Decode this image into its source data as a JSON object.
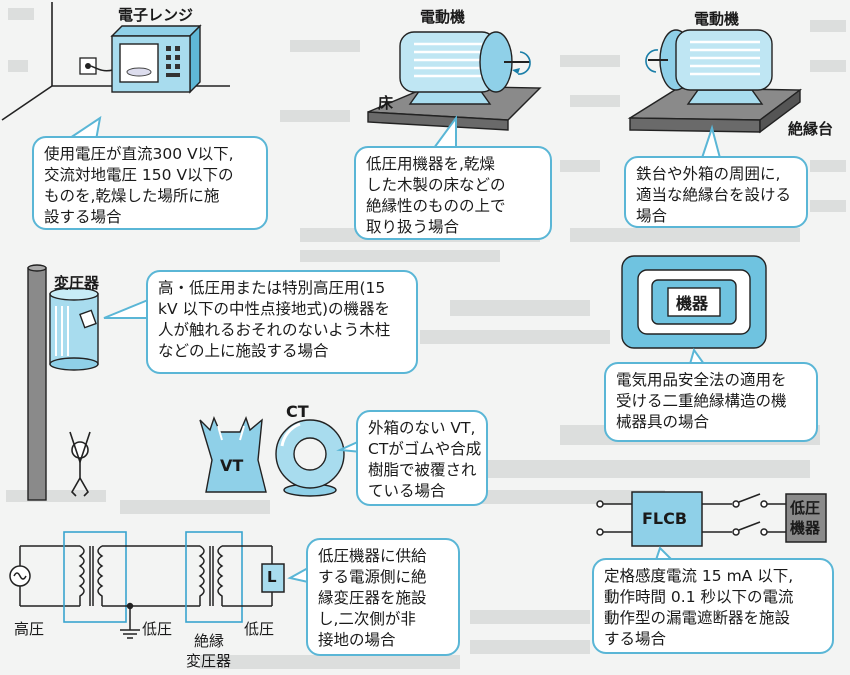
{
  "labels": {
    "microwave": "電子レンジ",
    "motor1": "電動機",
    "floor": "床",
    "motor2": "電動機",
    "insulating_stand": "絶縁台",
    "transformer": "変圧器",
    "device": "機器",
    "ct": "CT",
    "vt": "VT",
    "flcb": "FLCB",
    "lv_device_line1": "低圧",
    "lv_device_line2": "機器",
    "high_voltage": "高圧",
    "low_voltage_mid": "低圧",
    "insulating_tf_line1": "絶縁",
    "insulating_tf_line2": "変圧器",
    "low_voltage_right": "低圧",
    "load": "L"
  },
  "callouts": [
    {
      "id": "dry-location",
      "lines": [
        "使用電圧が直流300 V以下,",
        "交流対地電圧 150 V以下の",
        "ものを,乾燥した場所に施",
        "設する場合"
      ]
    },
    {
      "id": "dry-floor",
      "lines": [
        "低圧用機器を,乾燥",
        "した木製の床などの",
        "絶縁性のものの上で",
        "取り扱う場合"
      ]
    },
    {
      "id": "insulating-stand",
      "lines": [
        "鉄台や外箱の周囲に,",
        "適当な絶縁台を設ける",
        "場合"
      ]
    },
    {
      "id": "wooden-pole",
      "lines": [
        "高・低圧用または特別高圧用(15",
        "kV 以下の中性点接地式)の機器を",
        "人が触れるおそれのないよう木柱",
        "などの上に施設する場合"
      ]
    },
    {
      "id": "double-insulation",
      "lines": [
        "電気用品安全法の適用を",
        "受ける二重絶縁構造の機",
        "械器具の場合"
      ]
    },
    {
      "id": "rubber-covered",
      "lines": [
        "外箱のない VT,",
        "CTがゴムや合成",
        "樹脂で被覆され",
        "ている場合"
      ]
    },
    {
      "id": "insulating-transformer",
      "lines": [
        "低圧機器に供給",
        "する電源側に絶",
        "縁変圧器を施設",
        "し,二次側が非",
        "接地の場合"
      ]
    },
    {
      "id": "elcb",
      "lines": [
        "定格感度電流 15 mA 以下,",
        "動作時間 0.1 秒以下の電流",
        "動作型の漏電遮断器を施設",
        "する場合"
      ]
    }
  ]
}
